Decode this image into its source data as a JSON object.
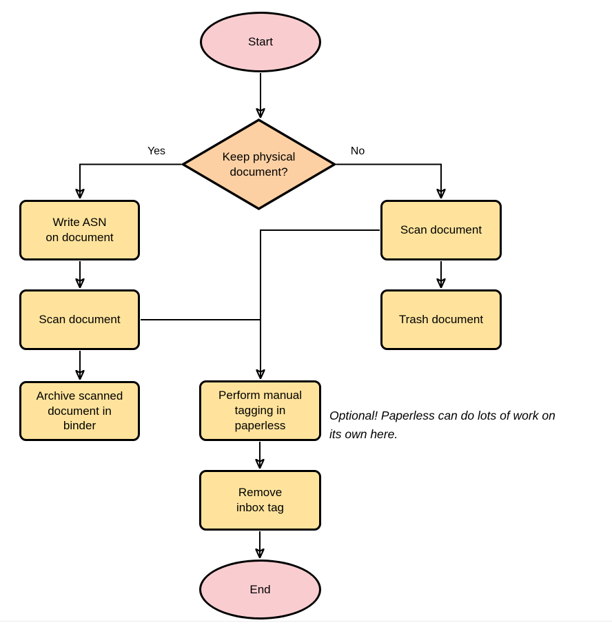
{
  "colors": {
    "terminal_fill": "#f9cdd0",
    "decision_fill": "#fdd0a3",
    "process_fill": "#ffe39c",
    "stroke": "#000000"
  },
  "diagram": {
    "nodes": {
      "start": {
        "label": "Start"
      },
      "decision": {
        "label": "Keep physical\ndocument?"
      },
      "write_asn": {
        "label": "Write ASN\non document"
      },
      "scan_left": {
        "label": "Scan document"
      },
      "archive": {
        "label": "Archive scanned\ndocument in\nbinder"
      },
      "scan_right": {
        "label": "Scan document"
      },
      "trash": {
        "label": "Trash document"
      },
      "tagging": {
        "label": "Perform manual\ntagging in\npaperless"
      },
      "remove": {
        "label": "Remove\ninbox tag"
      },
      "end": {
        "label": "End"
      }
    },
    "edge_labels": {
      "yes": "Yes",
      "no": "No"
    },
    "note": "Optional! Paperless can do lots of work on\nits own here."
  }
}
